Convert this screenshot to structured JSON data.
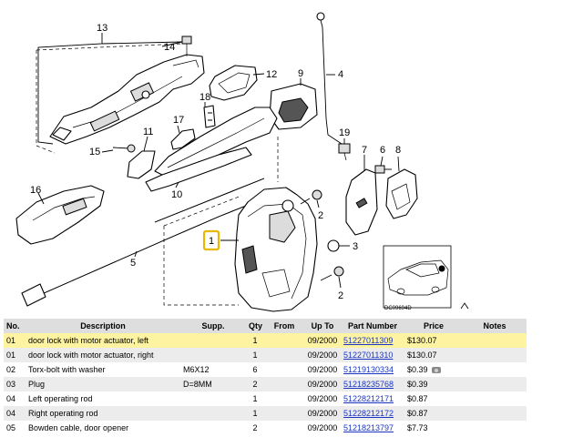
{
  "diagram": {
    "callouts": [
      "13",
      "14",
      "12",
      "9",
      "4",
      "18",
      "17",
      "11",
      "15",
      "19",
      "7",
      "6",
      "8",
      "10",
      "16",
      "1",
      "3",
      "5",
      "2",
      "2"
    ],
    "ref_code": "DC09694D"
  },
  "table": {
    "headers": [
      "No.",
      "Description",
      "Supp.",
      "Qty",
      "From",
      "Up To",
      "Part Number",
      "Price",
      "Notes"
    ],
    "rows": [
      {
        "no": "01",
        "description": "door lock with motor actuator, left",
        "supp": "",
        "qty": "1",
        "from": "",
        "up_to": "09/2000",
        "part_number": "51227011309",
        "price": "$130.07",
        "notes": "",
        "has_image": false,
        "highlight": true
      },
      {
        "no": "01",
        "description": "door lock with motor actuator, right",
        "supp": "",
        "qty": "1",
        "from": "",
        "up_to": "09/2000",
        "part_number": "51227011310",
        "price": "$130.07",
        "notes": "",
        "has_image": false,
        "highlight": false
      },
      {
        "no": "02",
        "description": "Torx-bolt with washer",
        "supp": "M6X12",
        "qty": "6",
        "from": "",
        "up_to": "09/2000",
        "part_number": "51219130334",
        "price": "$0.39",
        "notes": "",
        "has_image": true,
        "highlight": false
      },
      {
        "no": "03",
        "description": "Plug",
        "supp": "D=8MM",
        "qty": "2",
        "from": "",
        "up_to": "09/2000",
        "part_number": "51218235768",
        "price": "$0.39",
        "notes": "",
        "has_image": false,
        "highlight": false
      },
      {
        "no": "04",
        "description": "Left operating rod",
        "supp": "",
        "qty": "1",
        "from": "",
        "up_to": "09/2000",
        "part_number": "51228212171",
        "price": "$0.87",
        "notes": "",
        "has_image": false,
        "highlight": false
      },
      {
        "no": "04",
        "description": "Right operating rod",
        "supp": "",
        "qty": "1",
        "from": "",
        "up_to": "09/2000",
        "part_number": "51228212172",
        "price": "$0.87",
        "notes": "",
        "has_image": false,
        "highlight": false
      },
      {
        "no": "05",
        "description": "Bowden cable, door opener",
        "supp": "",
        "qty": "2",
        "from": "",
        "up_to": "09/2000",
        "part_number": "51218213797",
        "price": "$7.73",
        "notes": "",
        "has_image": false,
        "highlight": false
      }
    ]
  },
  "colors": {
    "highlight_row": "#fdf3a0",
    "highlight_box": "#e8b800",
    "link": "#1a35c4",
    "header_bg": "#dedede",
    "stripe": "#ececec"
  }
}
